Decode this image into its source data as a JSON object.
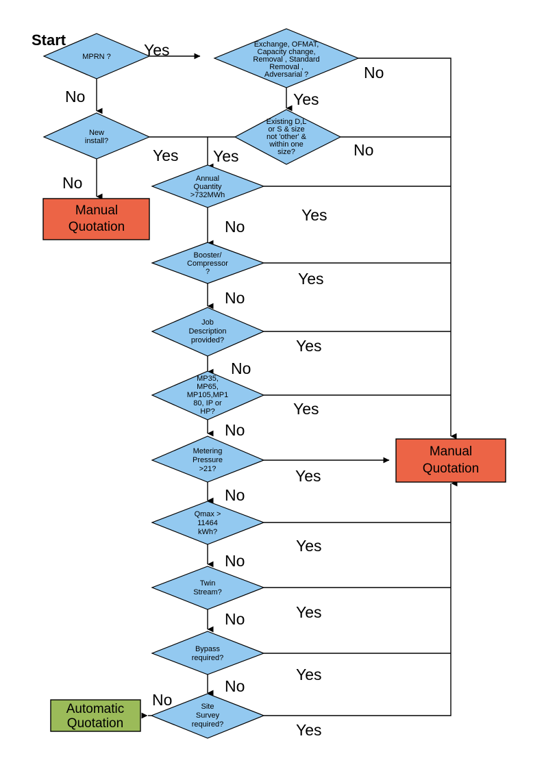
{
  "diagram": {
    "title_label": "Start",
    "colors": {
      "decision_fill": "#93C9F0",
      "manual_fill": "#EC6446",
      "automatic_fill": "#9BBB59",
      "stroke": "#000000",
      "background": "#FFFFFF"
    },
    "nodes": [
      {
        "id": "mprn",
        "type": "decision",
        "lines": [
          "MPRN ?"
        ]
      },
      {
        "id": "exchange",
        "type": "decision",
        "lines": [
          "Exchange, OFMAT,",
          "Capacity change,",
          "Removal , Standard",
          "Removal ,",
          "Adversarial ?"
        ]
      },
      {
        "id": "new-install",
        "type": "decision",
        "lines": [
          "New",
          "install?"
        ]
      },
      {
        "id": "existing-dls",
        "type": "decision",
        "lines": [
          "Existing D,L",
          "or S & size",
          "not 'other' &",
          "within one",
          "size?"
        ]
      },
      {
        "id": "annual-quantity",
        "type": "decision",
        "lines": [
          "Annual",
          "Quantity",
          ">732MWh"
        ]
      },
      {
        "id": "booster",
        "type": "decision",
        "lines": [
          "Booster/",
          "Compressor",
          "?"
        ]
      },
      {
        "id": "job-description",
        "type": "decision",
        "lines": [
          "Job",
          "Description",
          "provided?"
        ]
      },
      {
        "id": "mp-rating",
        "type": "decision",
        "lines": [
          "MP35,",
          "MP65,",
          "MP105,MP1",
          "80, IP or",
          "HP?"
        ]
      },
      {
        "id": "metering-pressure",
        "type": "decision",
        "lines": [
          "Metering",
          "Pressure",
          ">21?"
        ]
      },
      {
        "id": "qmax",
        "type": "decision",
        "lines": [
          "Qmax >",
          "11464",
          "kWh?"
        ]
      },
      {
        "id": "twin-stream",
        "type": "decision",
        "lines": [
          "Twin",
          "Stream?"
        ]
      },
      {
        "id": "bypass",
        "type": "decision",
        "lines": [
          "Bypass",
          "required?"
        ]
      },
      {
        "id": "site-survey",
        "type": "decision",
        "lines": [
          "Site",
          "Survey",
          "required?"
        ]
      },
      {
        "id": "manual-quotation-left",
        "type": "terminal",
        "lines": [
          "Manual",
          "Quotation"
        ]
      },
      {
        "id": "manual-quotation-right",
        "type": "terminal",
        "lines": [
          "Manual",
          "Quotation"
        ]
      },
      {
        "id": "automatic-quotation",
        "type": "terminal",
        "lines": [
          "Automatic",
          "Quotation"
        ]
      }
    ],
    "edge_labels": {
      "mprn_yes": "Yes",
      "mprn_no": "No",
      "exchange_no": "No",
      "exchange_yes": "Yes",
      "new_install_yes": "Yes",
      "new_install_no": "No",
      "existing_yes": "Yes",
      "existing_no": "No",
      "annual_yes": "Yes",
      "annual_no": "No",
      "booster_yes": "Yes",
      "booster_no": "No",
      "jobdesc_yes": "Yes",
      "jobdesc_no": "No",
      "mprating_yes": "Yes",
      "mprating_no": "No",
      "metering_yes": "Yes",
      "metering_no": "No",
      "qmax_yes": "Yes",
      "qmax_no": "No",
      "twin_yes": "Yes",
      "twin_no": "No",
      "bypass_yes": "Yes",
      "bypass_no": "No",
      "survey_yes": "Yes",
      "survey_no": "No"
    }
  }
}
